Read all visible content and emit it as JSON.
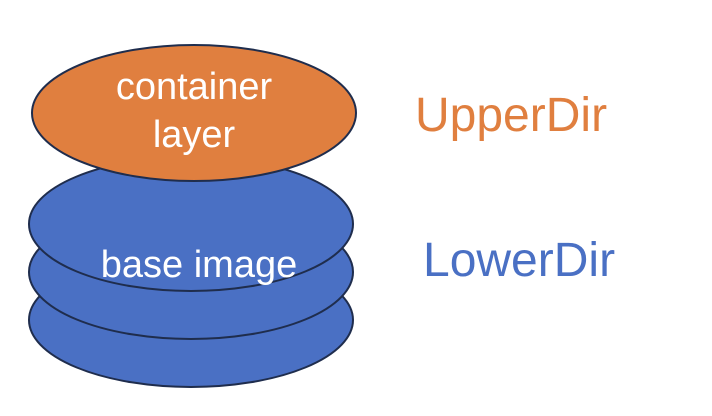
{
  "container_layer": {
    "lines": [
      "container",
      "layer"
    ],
    "color": "#E07F3F"
  },
  "base_image": {
    "label": "base image",
    "color": "#4A70C4"
  },
  "upper_dir": {
    "label": "UpperDir",
    "color": "#E07F3F"
  },
  "lower_dir": {
    "label": "LowerDir",
    "color": "#4A70C4"
  },
  "layer_stroke_color": "#1F2D4D"
}
